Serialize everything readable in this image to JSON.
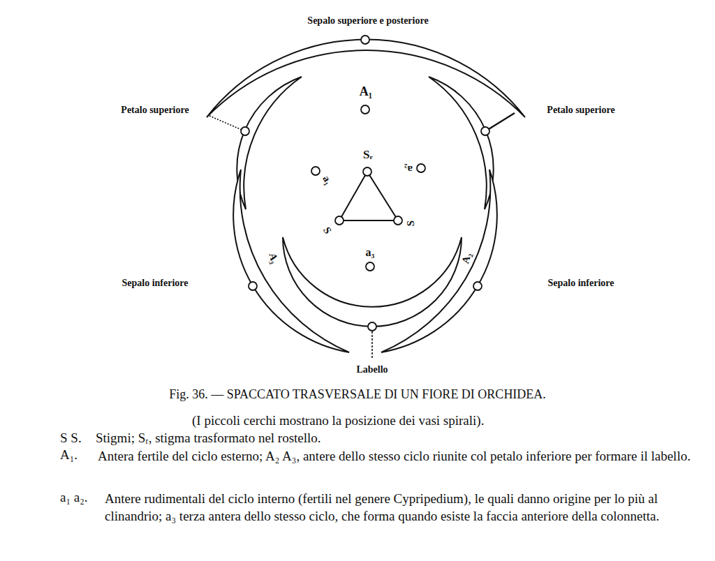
{
  "diagram": {
    "caption": "Fig. 36. — SPACCATO TRASVERSALE DI UN FIORE DI ORCHIDEA.",
    "labels": [
      "Sepalo superiore e posteriore",
      "Petalo superiore",
      "Petalo superiore",
      "Sepalo inferiore",
      "Sepalo inferiore",
      "Labello",
      "A₁",
      "Sᵣ",
      "a₁",
      "a₂",
      "S",
      "S",
      "a₃",
      "A₃",
      "A₂",
      "(I piccoli cerchi mostrano la posizione dei vasi spirali).",
      "S S.",
      "Stigmi; Sᵣ, stigma trasformato nel rostello.",
      "A₁.",
      "Antera fertile del ciclo esterno; A₂ A₃, antere dello stesso ciclo riunite col petalo inferiore per formare il labello.",
      "a₁ a₂.",
      "Antere rudimentali del ciclo interno (fertili nel genere Cypripedium), le quali danno origine per lo più al clinandrio; a₃ terza antera dello stesso ciclo, che forma quando esiste la faccia anteriore della colonnetta."
    ]
  }
}
